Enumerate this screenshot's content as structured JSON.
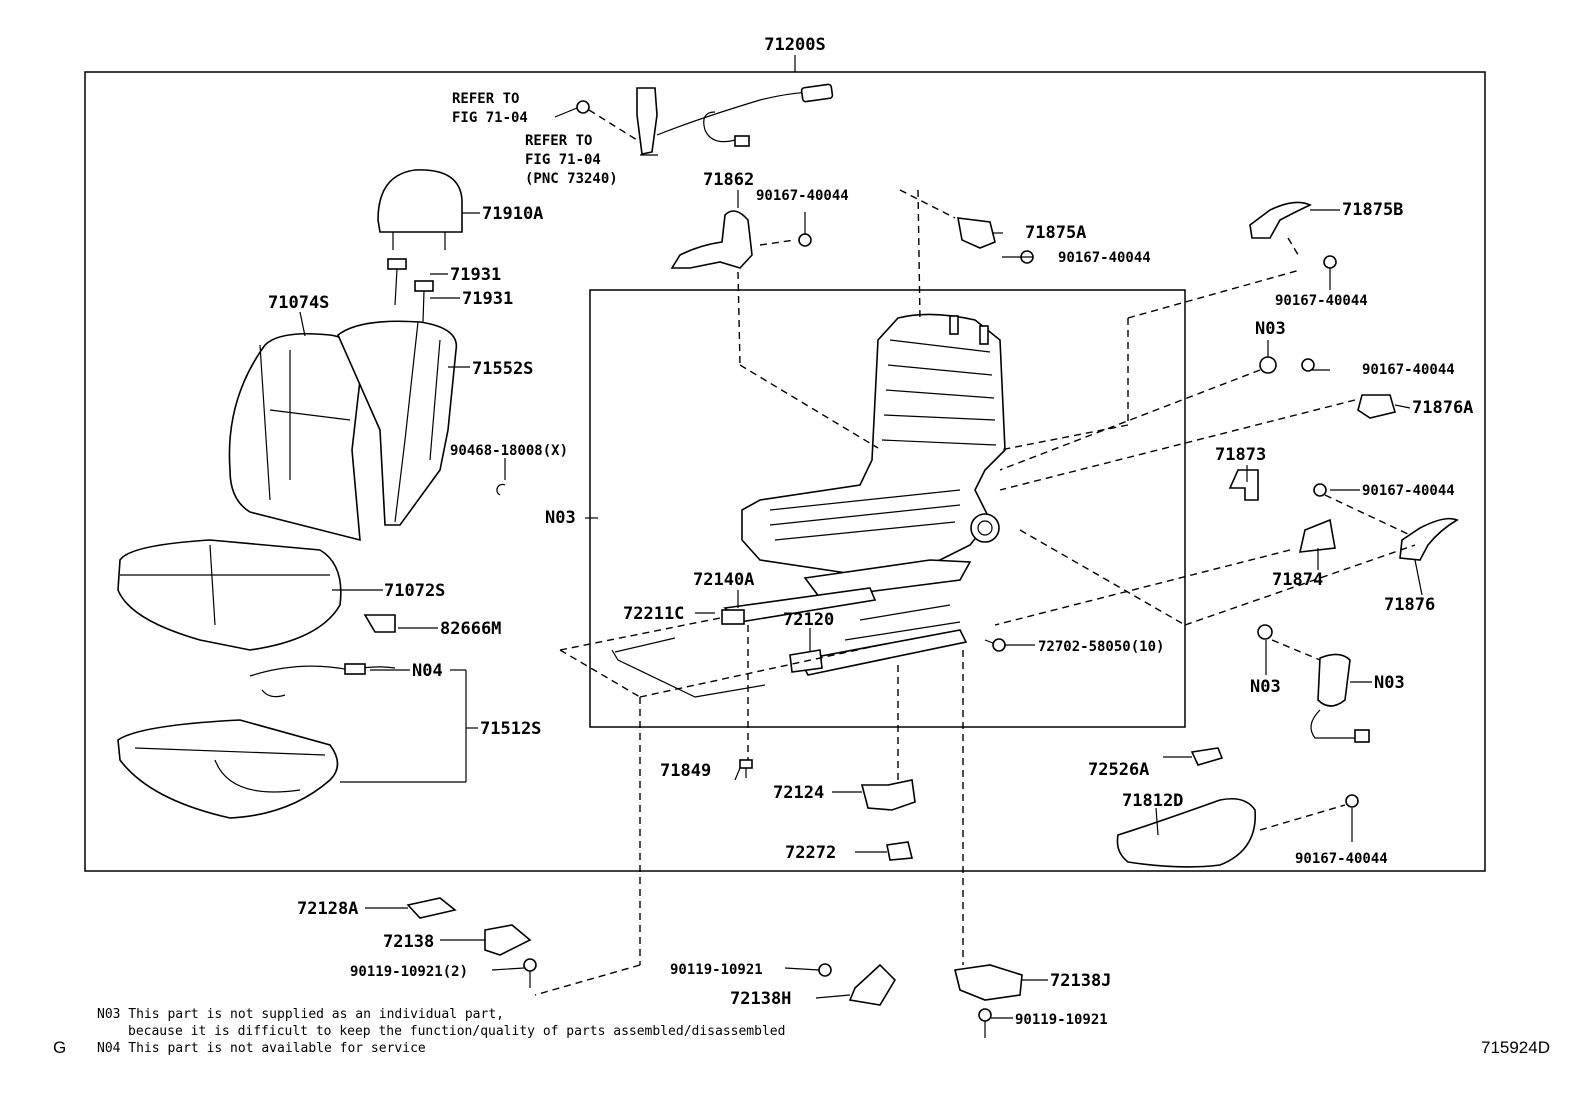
{
  "assembly_label": "71200S",
  "refer_label_1": [
    "REFER TO",
    "FIG 71-04"
  ],
  "refer_label_2": [
    "REFER TO",
    "FIG 71-04",
    "(PNC 73240)"
  ],
  "parts": {
    "p71862": "71862",
    "p90167_a": "90167-40044",
    "p71875A": "71875A",
    "p90167_b": "90167-40044",
    "p71875B": "71875B",
    "p90167_c": "90167-40044",
    "pN03_a": "N03",
    "p90167_d": "90167-40044",
    "p71876A": "71876A",
    "p71873": "71873",
    "p90167_e": "90167-40044",
    "p71874": "71874",
    "p71876": "71876",
    "p71910A": "71910A",
    "p71931_a": "71931",
    "p71931_b": "71931",
    "p71074S": "71074S",
    "p71552S": "71552S",
    "p90468": "90468-18008(X)",
    "pN03_b": "N03",
    "p71072S": "71072S",
    "p82666M": "82666M",
    "pN04": "N04",
    "p71512S": "71512S",
    "p72140A": "72140A",
    "p72211C": "72211C",
    "p72120": "72120",
    "p72702": "72702-58050(10)",
    "pN03_c": "N03",
    "pN03_d": "N03",
    "p71849": "71849",
    "p72124": "72124",
    "p72272": "72272",
    "p72526A": "72526A",
    "p71812D": "71812D",
    "p90167_f": "90167-40044",
    "p72128A": "72128A",
    "p72138": "72138",
    "p90119_a": "90119-10921(2)",
    "p90119_b": "90119-10921",
    "p72138H": "72138H",
    "p72138J": "72138J",
    "p90119_c": "90119-10921"
  },
  "notes": {
    "n03_line1": "N03  This part is not supplied as an individual part,",
    "n03_line2": "because it is difficult to keep the function/quality of parts assembled/disassembled",
    "n04_line": "N04  This part is not available for service"
  },
  "corner_left": "G",
  "diagram_id": "715924D"
}
